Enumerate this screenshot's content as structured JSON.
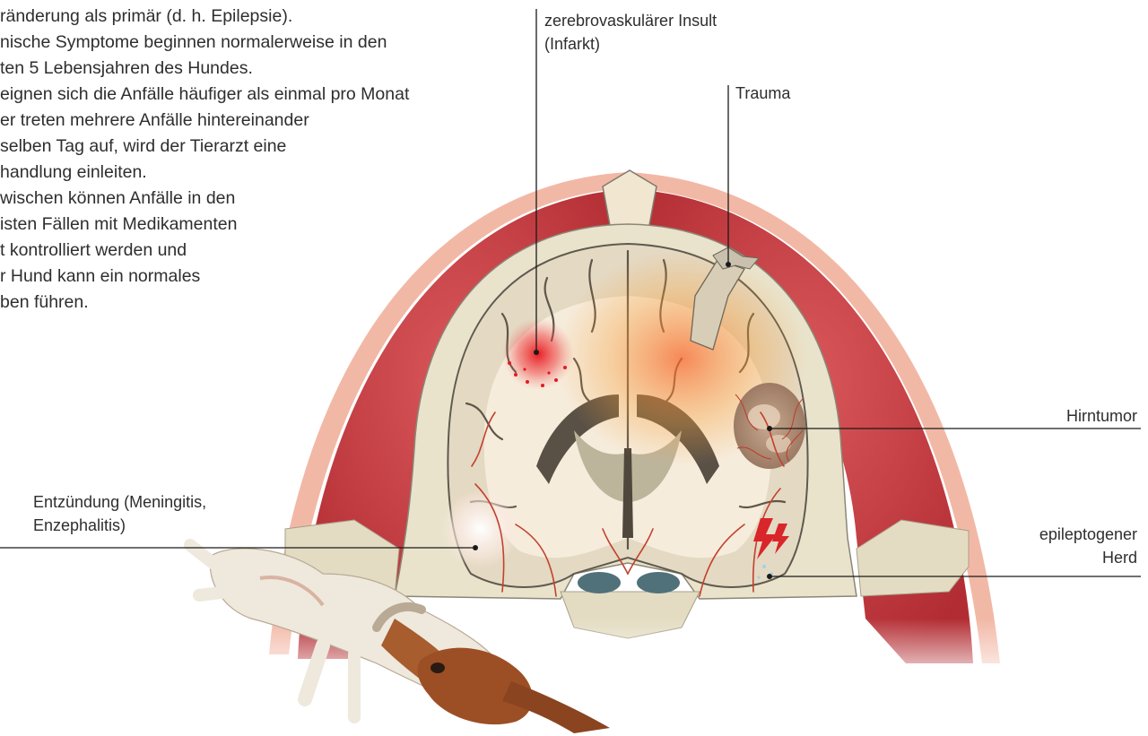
{
  "intro_text": {
    "lines": [
      "ränderung als primär (d. h. Epilepsie).",
      "nische Symptome beginnen normalerweise in den",
      "ten 5 Lebensjahren des Hundes.",
      "eignen sich die Anfälle häufiger als einmal pro Monat",
      "er treten mehrere Anfälle hintereinander",
      " selben Tag auf, wird der Tierarzt eine",
      "handlung einleiten.",
      "wischen können Anfälle in den",
      "isten Fällen mit Medikamenten",
      "t kontrolliert werden und",
      "r Hund kann ein normales",
      "ben führen."
    ]
  },
  "labels": {
    "stroke": [
      "zerebrovaskulärer Insult",
      "(Infarkt)"
    ],
    "trauma": [
      "Trauma"
    ],
    "tumor": [
      "Hirntumor"
    ],
    "inflammation": [
      "Entzündung (Meningitis,",
      "Enzephalitis)"
    ],
    "focus": [
      "epileptogener",
      "Herd"
    ]
  },
  "colors": {
    "muscle": "#c8383d",
    "skin": "#f2b8a6",
    "bone": "#e9e3cc",
    "brain": "#e4d9c3",
    "white_matter": "#f6ecdc",
    "ventricle": "#bdb49c",
    "lesion_red": "#e0262d",
    "vessel": "#c2412d",
    "bolt": "#d8262a"
  },
  "icons": {
    "focus": "lightning-bolt-icon",
    "dog": "dog-illustration"
  }
}
